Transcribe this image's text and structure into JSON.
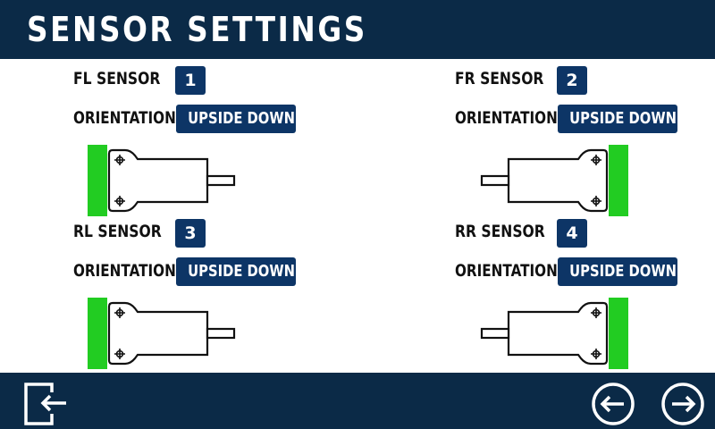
{
  "header": {
    "title": "SENSOR SETTINGS"
  },
  "sensors": [
    {
      "label": "FL SENSOR",
      "number": "1",
      "orientation_label": "ORIENTATION",
      "orientation_value": "UPSIDE DOWN",
      "mount_side": "left"
    },
    {
      "label": "FR SENSOR",
      "number": "2",
      "orientation_label": "ORIENTATION",
      "orientation_value": "UPSIDE DOWN",
      "mount_side": "right"
    },
    {
      "label": "RL SENSOR",
      "number": "3",
      "orientation_label": "ORIENTATION",
      "orientation_value": "UPSIDE DOWN",
      "mount_side": "left"
    },
    {
      "label": "RR SENSOR",
      "number": "4",
      "orientation_label": "ORIENTATION",
      "orientation_value": "UPSIDE DOWN",
      "mount_side": "right"
    }
  ],
  "footer": {
    "icons": {
      "exit": "exit-icon",
      "back": "arrow-left-circle-icon",
      "next": "arrow-right-circle-icon"
    }
  },
  "colors": {
    "header_bg": "#0b2a47",
    "badge_bg": "#0d3566",
    "mount_green": "#22cc22",
    "text": "#111111"
  }
}
